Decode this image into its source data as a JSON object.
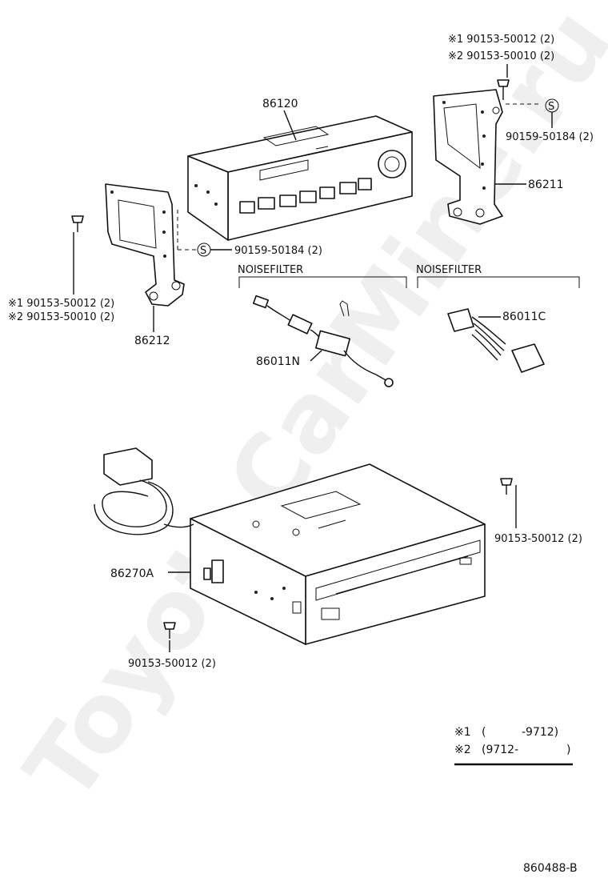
{
  "diagram": {
    "watermark": "ToyotaCarMine.ru",
    "figure_id": "860488-B",
    "labels": {
      "radio_unit": "86120",
      "bracket_right": "86211",
      "bracket_left": "86212",
      "noise_filter_n": "86011N",
      "noise_filter_c": "86011C",
      "cd_changer": "86270A"
    },
    "screws": {
      "top_right_1": "※1 90153-50012 (2)",
      "top_right_2": "※2 90153-50010 (2)",
      "top_right_s": "90159-50184 (2)",
      "left_s": "90159-50184 (2)",
      "left_1": "※1 90153-50012 (2)",
      "left_2": "※2 90153-50010 (2)",
      "changer_right": "90153-50012 (2)",
      "changer_bottom": "90153-50012 (2)"
    },
    "s_marker": "S",
    "sections": {
      "noise_filter_left": "NOISEFILTER",
      "noise_filter_right": "NOISEFILTER"
    },
    "legend": {
      "row1_mark": "※1",
      "row1_open": "(",
      "row1_value": "-9712)",
      "row2_mark": "※2",
      "row2_value": "(9712-",
      "row2_close": ")"
    }
  }
}
